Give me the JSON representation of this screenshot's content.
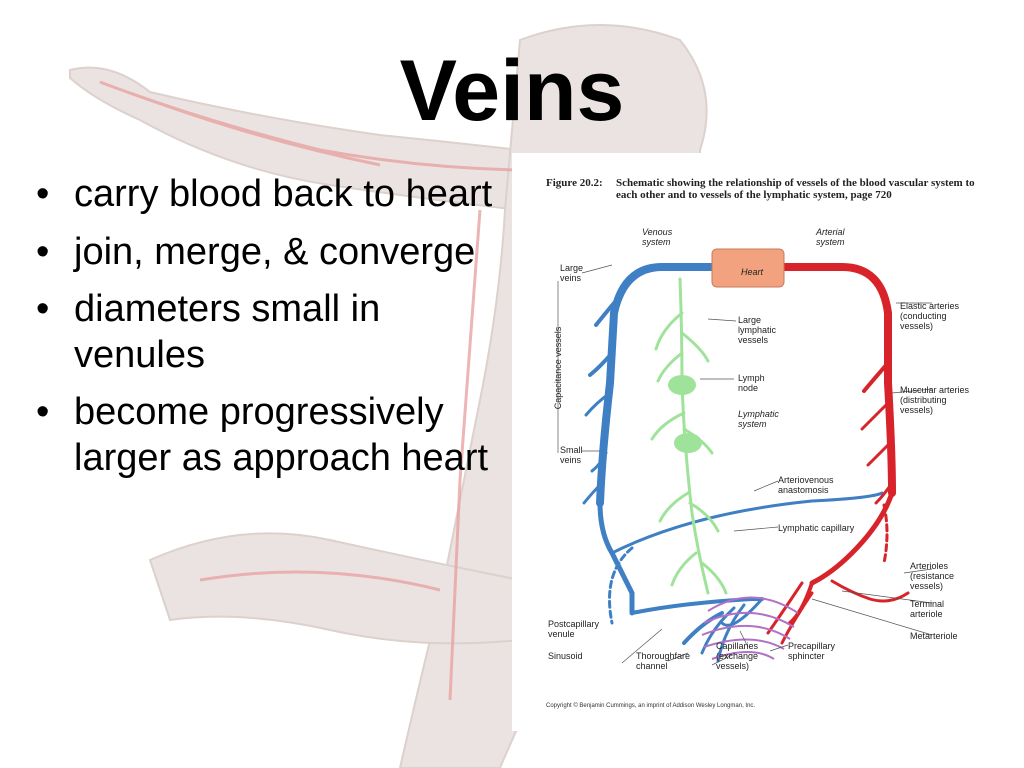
{
  "slide": {
    "title": "Veins",
    "bullets": [
      "carry blood back to heart",
      "join, merge, & converge",
      "diameters small in venules",
      "become progressively larger as approach heart"
    ]
  },
  "figure": {
    "caption_number": "Figure 20.2:",
    "caption_text": "Schematic showing the relationship of vessels of the blood vascular system to each other and to vessels of the lymphatic system, page 720",
    "labels": {
      "venous_system": "Venous\nsystem",
      "arterial_system": "Arterial\nsystem",
      "heart": "Heart",
      "large_veins": "Large\nveins",
      "capacitance_vessels": "Capacitance vessels",
      "small_veins": "Small\nveins",
      "large_lymphatic_vessels": "Large\nlymphatic\nvessels",
      "lymph_node": "Lymph\nnode",
      "lymphatic_system": "Lymphatic\nsystem",
      "elastic_arteries": "Elastic arteries\n(conducting\nvessels)",
      "muscular_arteries": "Muscular arteries\n(distributing\nvessels)",
      "arteriovenous_anastomosis": "Arteriovenous\nanastomosis",
      "lymphatic_capillary": "Lymphatic capillary",
      "arterioles": "Arterioles\n(resistance\nvessels)",
      "terminal_arteriole": "Terminal\narteriole",
      "metarteriole": "Metarteriole",
      "postcapillary_venule": "Postcapillary\nvenule",
      "sinusoid": "Sinusoid",
      "thoroughfare_channel": "Thoroughfare\nchannel",
      "capillaries": "Capillaries\n(exchange\nvessels)",
      "precapillary_sphincter": "Precapillary\nsphincter"
    },
    "copyright": "Copyright © Benjamin Cummings, an imprint of Addison Wesley Longman, Inc."
  },
  "colors": {
    "vein": "#3f7fc4",
    "artery": "#d9232b",
    "lymph": "#9fe39a",
    "heart": "#f2a27e",
    "capillary": "#b071c6"
  }
}
